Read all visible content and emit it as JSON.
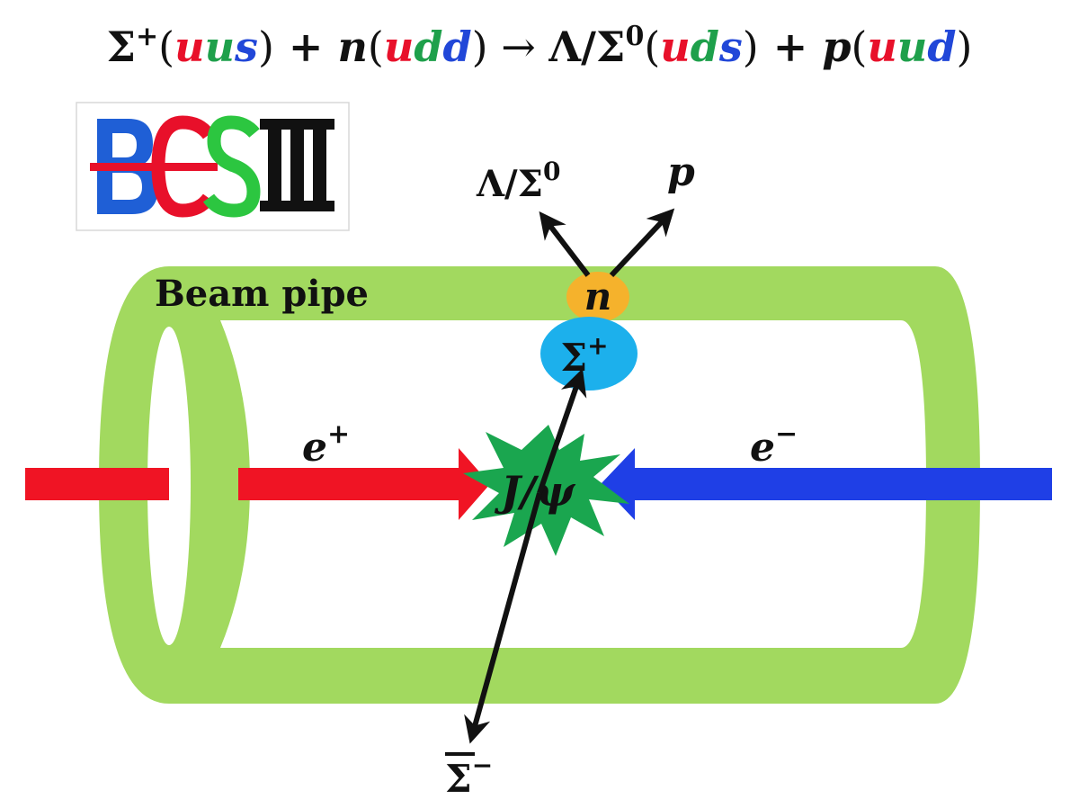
{
  "equation": {
    "sigma_plus": "Σ",
    "sigma_plus_sup": "+",
    "open1": "(",
    "q1": [
      "u",
      "u",
      "s"
    ],
    "close1": ")",
    "plus1": " + ",
    "n": "n",
    "open2": "(",
    "q2": [
      "u",
      "d",
      "d"
    ],
    "close2": ")",
    "arrow": " → ",
    "lambda_sigma0": "Λ/Σ",
    "lambda_sigma0_sup": "0",
    "open3": "(",
    "q3": [
      "u",
      "d",
      "s"
    ],
    "close3": ")",
    "plus2": " + ",
    "p": "p",
    "open4": "(",
    "q4": [
      "u",
      "u",
      "d"
    ],
    "close4": ")"
  },
  "quark_colors": {
    "red": "#e8102a",
    "green": "#1ea04b",
    "blue": "#2147d8"
  },
  "logo": {
    "letters": [
      "B",
      "E",
      "S"
    ],
    "numeral_icon": "roman-three-icon",
    "colors": [
      "#1f5fd6",
      "#e8102a",
      "#2cc640",
      "#111111"
    ]
  },
  "labels": {
    "beam_pipe": "Beam pipe",
    "lambda_sigma0": "Λ/Σ",
    "lambda_sigma0_sup": "0",
    "p": "p",
    "n": "n",
    "sigma_plus": "Σ",
    "sigma_plus_sup": "+",
    "e_plus": "e",
    "e_plus_sup": "+",
    "e_minus": "e",
    "e_minus_sup": "−",
    "jpsi": "J/ψ",
    "anti_sigma": "Σ",
    "anti_sigma_sup": "−"
  },
  "colors": {
    "pipe": "#a2d95f",
    "positron_beam": "#f01424",
    "electron_beam": "#1f3fe6",
    "burst": "#1aa64f",
    "neutron": "#f5b22c",
    "sigma_plus": "#1cb0ec",
    "arrow": "#111111"
  }
}
